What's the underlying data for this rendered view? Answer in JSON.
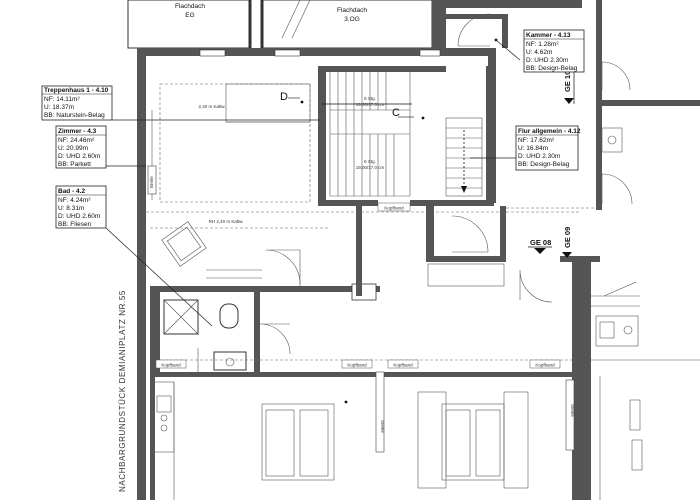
{
  "plot": {
    "name": "NACHBARGRUNDSTÜCK DEMIANIPLATZ NR.55"
  },
  "top_labels": {
    "flachdach_eg": [
      "Flachdach",
      "EG"
    ],
    "flachdach_3og": [
      "Flachdach",
      "3.OG"
    ]
  },
  "markers": {
    "d": "D",
    "c": "C"
  },
  "rooms": [
    {
      "id": "treppenhaus",
      "title": "Treppenhaus 1 - 4.10",
      "lines": [
        "NF: 14.11m²",
        "U:  18.37m",
        "BB: Naturstein-Belag"
      ]
    },
    {
      "id": "zimmer",
      "title": "Zimmer - 4.3",
      "lines": [
        "NF: 24.46m²",
        "U:   20.99m",
        "D:   UHD 2.60m",
        "BB: Parkett"
      ]
    },
    {
      "id": "bad",
      "title": "Bad - 4.2",
      "lines": [
        "NF: 4.24m²",
        "U:   8.31m",
        "D:   UHD 2.60m",
        "BB: Fliesen"
      ]
    },
    {
      "id": "kammer",
      "title": "Kammer - 4.13",
      "lines": [
        "NF: 1.28m²",
        "U:   4.62m",
        "D:   UHD 2.30m",
        "BB: Design-Belag"
      ]
    },
    {
      "id": "flur",
      "title": "Flur allgemein - 4.12",
      "lines": [
        "NF: 17.62m²",
        "U:   16.84m",
        "D:   UHD 2.30m",
        "BB: Design-Belag"
      ]
    }
  ],
  "entrances": {
    "ge08": "GE 08",
    "ge09": "GE 09",
    "ge10": "GE 10"
  },
  "annotations": {
    "kopfband": "Kopfband",
    "steele": "Steele",
    "breite": "Breite",
    "stair_upper": [
      "6 Stg.",
      "19,00/17,0 cm"
    ],
    "stair_lower": [
      "6 Stg.",
      "19,00/17,0 cm"
    ],
    "beam_top": "2,40 m Kaltw.",
    "beam_mid": "RH 2,40 m Kaltw."
  }
}
